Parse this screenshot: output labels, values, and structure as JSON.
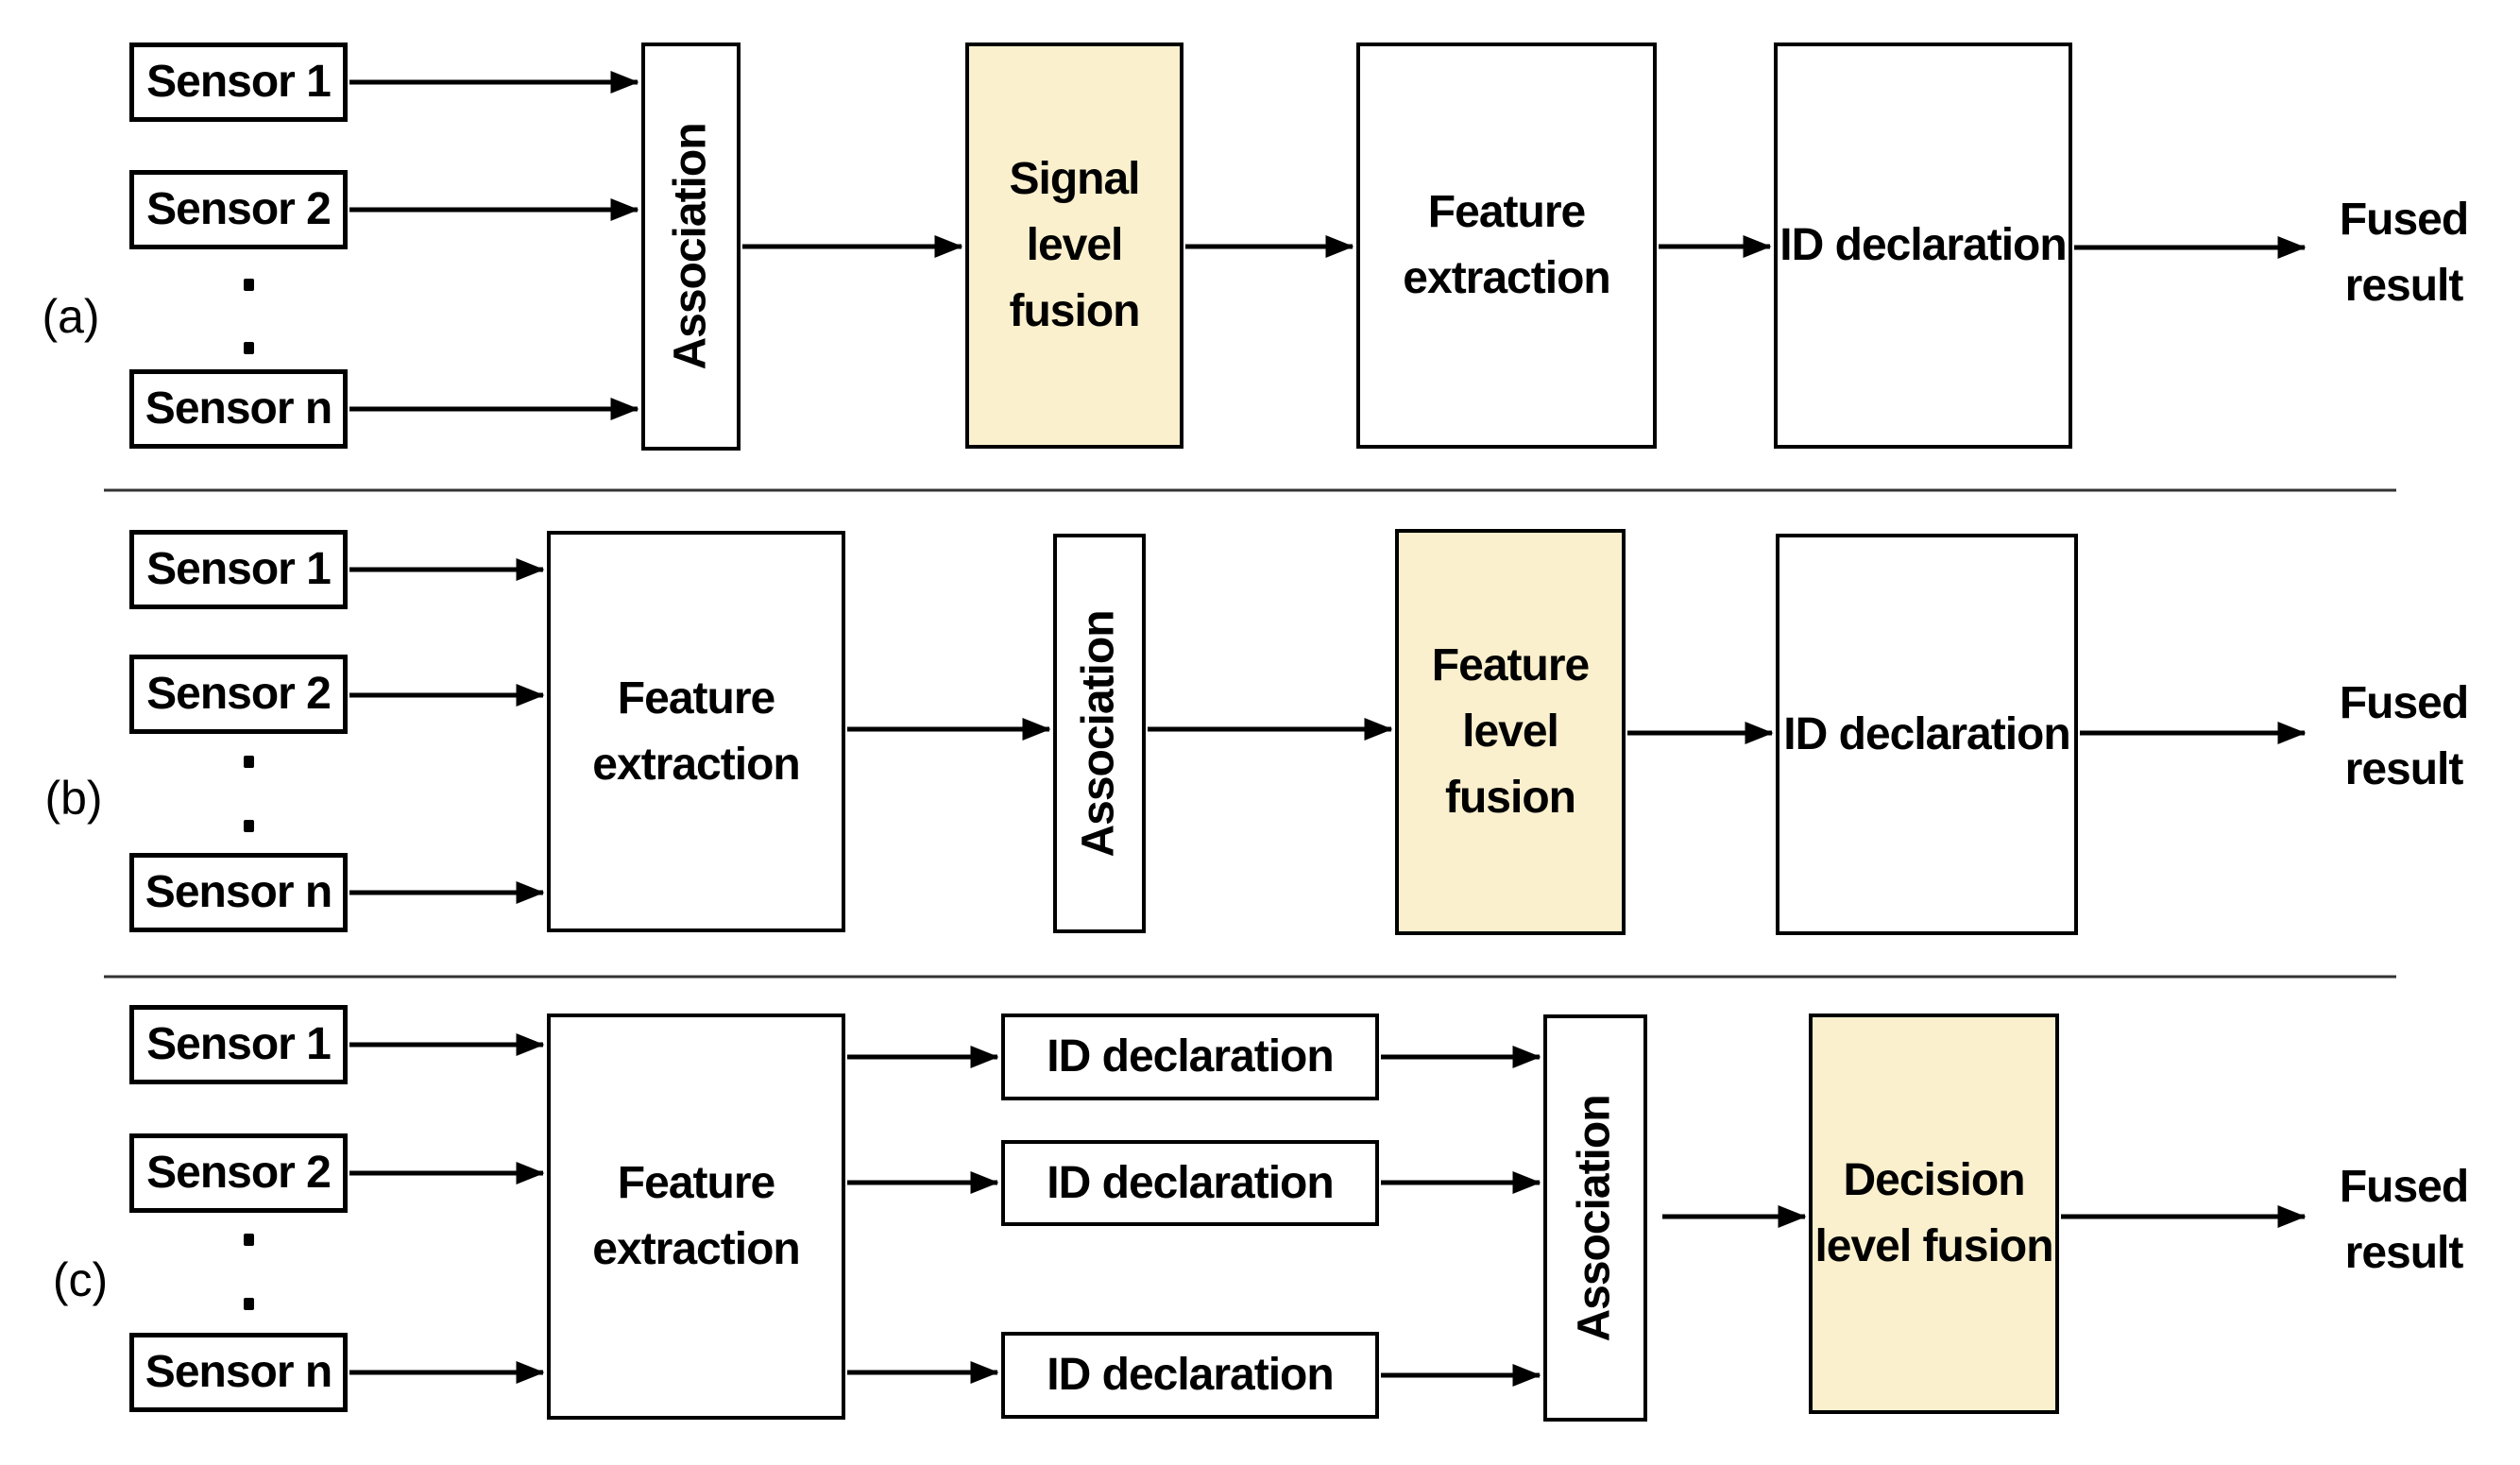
{
  "colors": {
    "highlight": "#FAF0CE",
    "line": "#000000",
    "divider": "#333333",
    "background": "#FFFFFF"
  },
  "sections": {
    "a": {
      "label": "(a)",
      "sensors": [
        "Sensor 1",
        "Sensor 2",
        "Sensor n"
      ],
      "blocks": {
        "association": "Association",
        "signal_level_fusion": "Signal level fusion",
        "feature_extraction": "Feature extraction",
        "id_declaration": "ID declaration"
      },
      "result": "Fused result"
    },
    "b": {
      "label": "(b)",
      "sensors": [
        "Sensor 1",
        "Sensor 2",
        "Sensor n"
      ],
      "blocks": {
        "feature_extraction": "Feature extraction",
        "association": "Association",
        "feature_level_fusion": "Feature level fusion",
        "id_declaration": "ID declaration"
      },
      "result": "Fused result"
    },
    "c": {
      "label": "(c)",
      "sensors": [
        "Sensor 1",
        "Sensor 2",
        "Sensor n"
      ],
      "blocks": {
        "feature_extraction": "Feature extraction",
        "id_declarations": [
          "ID declaration",
          "ID declaration",
          "ID declaration"
        ],
        "association": "Association",
        "decision_level_fusion": "Decision level fusion"
      },
      "result": "Fused result"
    }
  }
}
